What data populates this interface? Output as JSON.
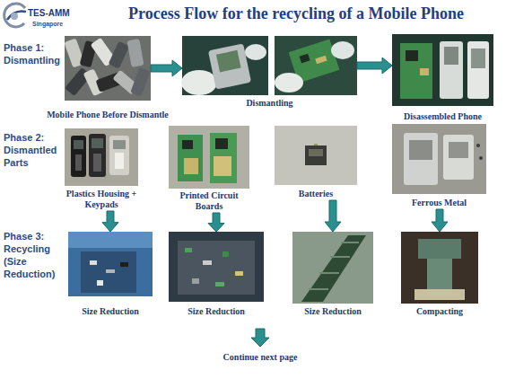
{
  "diagram": {
    "title": "Process Flow for the recycling of a Mobile Phone",
    "nodes": [
      {
        "text": [
          "Mobile Phone Before Dismantle"
        ]
      },
      {
        "text": [
          "Dismantling"
        ]
      },
      {
        "text": [
          "Disassembled Phone"
        ]
      },
      {
        "text": [
          "Plastics Housing + Keypads"
        ]
      },
      {
        "text": [
          "Printed Circuit Boards"
        ]
      },
      {
        "text": [
          "Batteries"
        ]
      },
      {
        "text": [
          "Ferrous Metal"
        ]
      },
      {
        "text": [
          "Size Reduction"
        ]
      },
      {
        "text": [
          "Size Reduction"
        ]
      },
      {
        "text": [
          "Size Reduction"
        ]
      },
      {
        "text": [
          "Compacting"
        ]
      }
    ],
    "edges": [
      {
        "from": 0,
        "to": 1,
        "arrow": "to"
      },
      {
        "from": 1,
        "to": 2,
        "arrow": "to"
      },
      {
        "from": 3,
        "to": 7,
        "arrow": "to"
      },
      {
        "from": 4,
        "to": 8,
        "arrow": "to"
      },
      {
        "from": 5,
        "to": 9,
        "arrow": "to"
      },
      {
        "from": 6,
        "to": 10,
        "arrow": "to"
      }
    ],
    "labels": [
      "TES-AMM",
      "Singapore",
      "Phase 1: Dismantling",
      "Phase 2: Dismantled Parts",
      "Phase 3: Recycling (Size Reduction)",
      "Continue next page"
    ]
  }
}
